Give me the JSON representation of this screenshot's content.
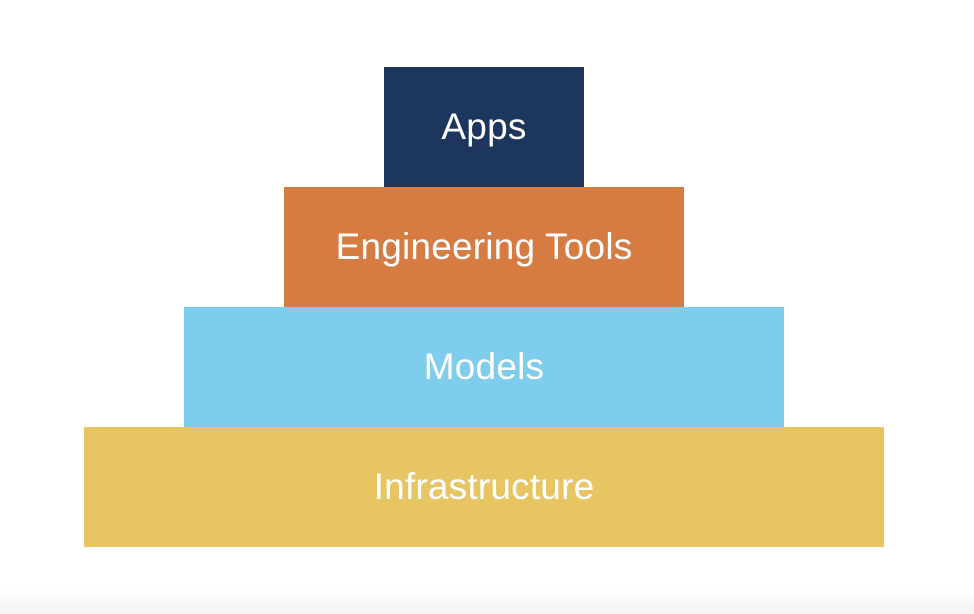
{
  "pyramid": {
    "layers": [
      {
        "label": "Apps",
        "color": "#1c365d"
      },
      {
        "label": "Engineering Tools",
        "color": "#d67b41"
      },
      {
        "label": "Models",
        "color": "#7fcdec"
      },
      {
        "label": "Infrastructure",
        "color": "#e6c562"
      }
    ]
  }
}
